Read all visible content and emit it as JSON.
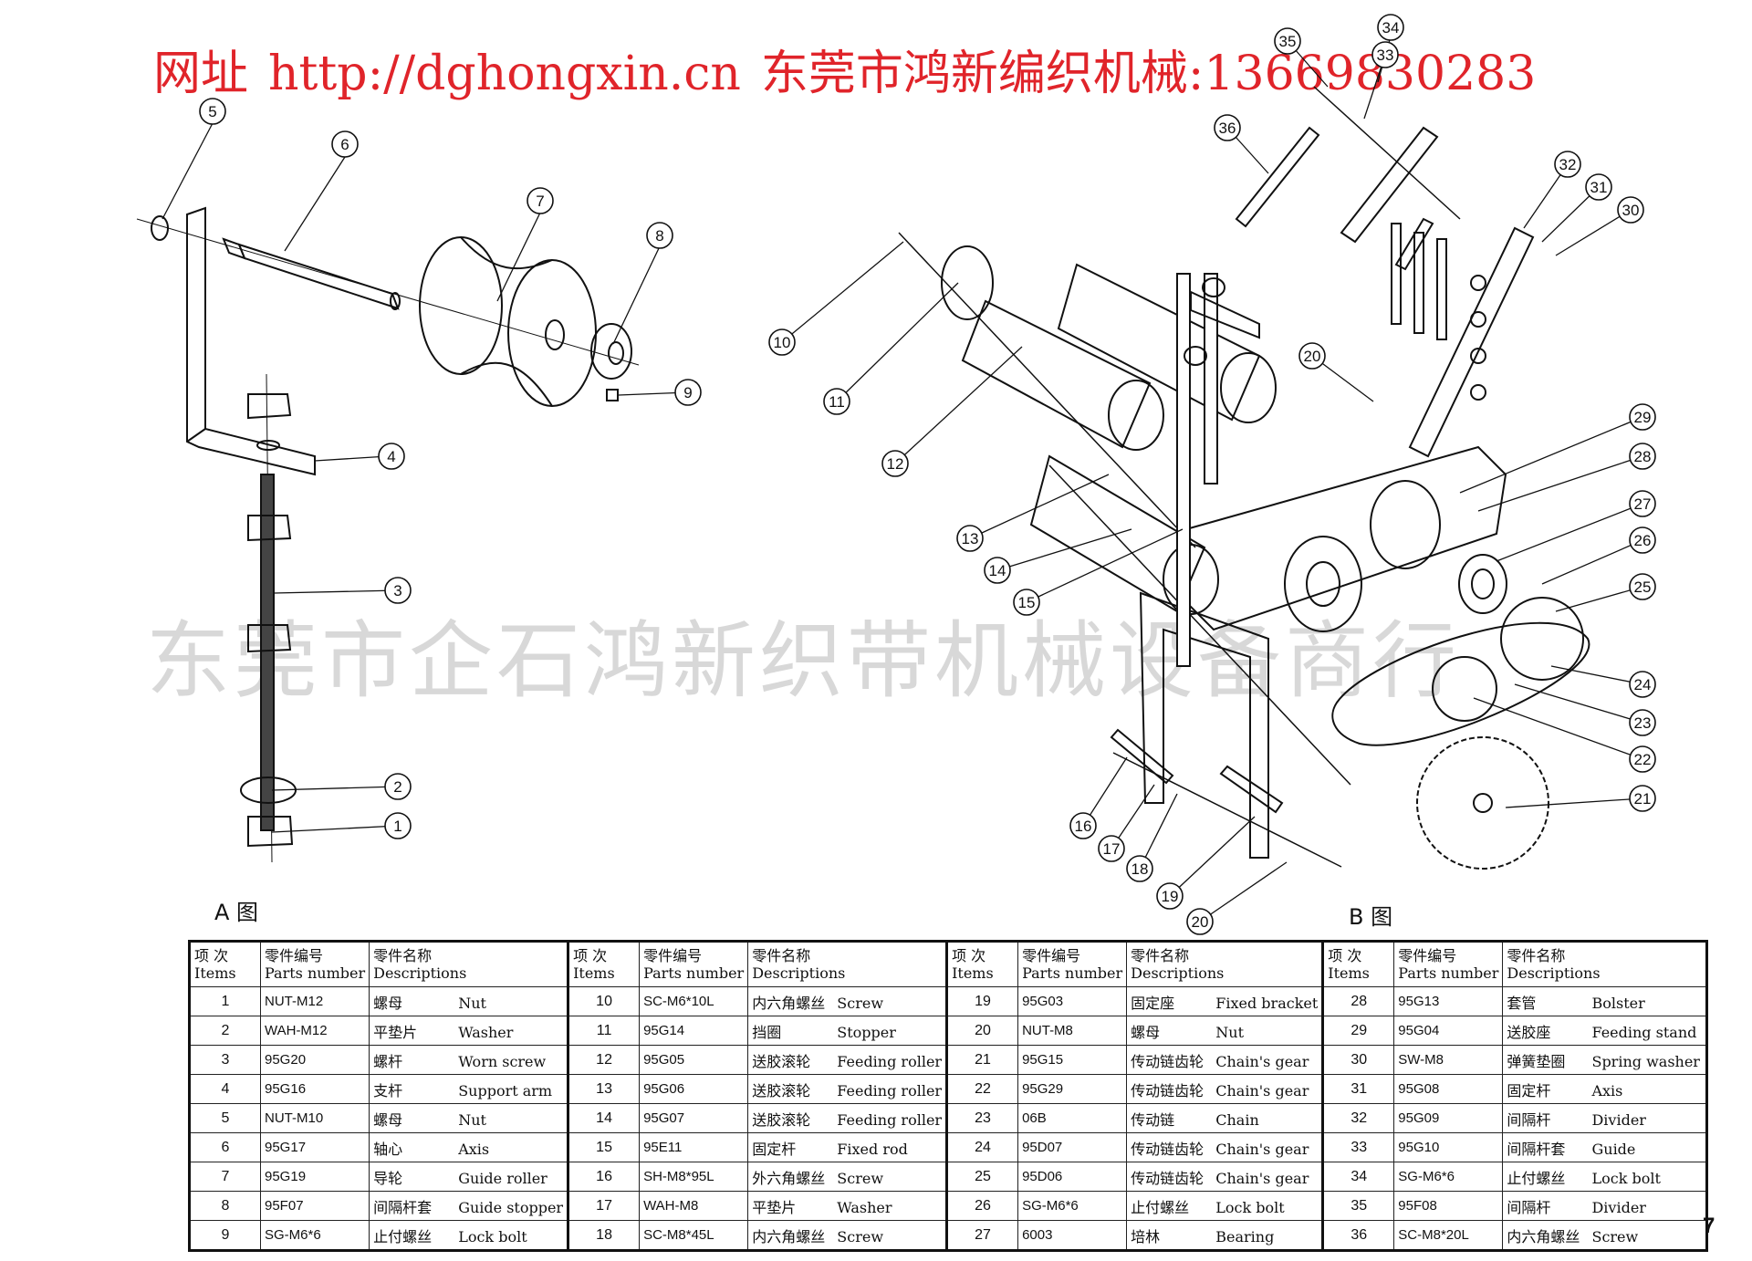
{
  "header": {
    "url_label": "网址",
    "url": "http://dghongxin.cn",
    "company": "东莞市鸿新编织机械:13669830283"
  },
  "watermark": "东莞市企石鸿新织带机械设备商行",
  "figure_labels": {
    "a": "A 图",
    "b": "B 图"
  },
  "callouts": [
    "1",
    "2",
    "3",
    "4",
    "5",
    "6",
    "7",
    "8",
    "9",
    "10",
    "11",
    "12",
    "13",
    "14",
    "15",
    "16",
    "17",
    "18",
    "19",
    "20",
    "20",
    "21",
    "22",
    "23",
    "24",
    "25",
    "26",
    "27",
    "28",
    "29",
    "30",
    "31",
    "32",
    "33",
    "34",
    "35",
    "36"
  ],
  "table": {
    "headers": {
      "item_cn": "项 次",
      "item_en": "Items",
      "pn_cn": "零件编号",
      "pn_en": "Parts number",
      "desc_cn": "零件名称",
      "desc_en": "Descriptions"
    },
    "rows": [
      [
        {
          "item": "1",
          "pn": "NUT-M12",
          "cn": "螺母",
          "en": "Nut"
        },
        {
          "item": "10",
          "pn": "SC-M6*10L",
          "cn": "内六角螺丝",
          "en": "Screw"
        },
        {
          "item": "19",
          "pn": "95G03",
          "cn": "固定座",
          "en": "Fixed bracket"
        },
        {
          "item": "28",
          "pn": "95G13",
          "cn": "套管",
          "en": "Bolster"
        }
      ],
      [
        {
          "item": "2",
          "pn": "WAH-M12",
          "cn": "平垫片",
          "en": "Washer"
        },
        {
          "item": "11",
          "pn": "95G14",
          "cn": "挡圈",
          "en": "Stopper"
        },
        {
          "item": "20",
          "pn": "NUT-M8",
          "cn": "螺母",
          "en": "Nut"
        },
        {
          "item": "29",
          "pn": "95G04",
          "cn": "送胶座",
          "en": "Feeding stand"
        }
      ],
      [
        {
          "item": "3",
          "pn": "95G20",
          "cn": "螺杆",
          "en": "Worn screw"
        },
        {
          "item": "12",
          "pn": "95G05",
          "cn": "送胶滚轮",
          "en": "Feeding roller"
        },
        {
          "item": "21",
          "pn": "95G15",
          "cn": "传动链齿轮",
          "en": "Chain's gear"
        },
        {
          "item": "30",
          "pn": "SW-M8",
          "cn": "弹簧垫圈",
          "en": "Spring washer"
        }
      ],
      [
        {
          "item": "4",
          "pn": "95G16",
          "cn": "支杆",
          "en": "Support arm"
        },
        {
          "item": "13",
          "pn": "95G06",
          "cn": "送胶滚轮",
          "en": "Feeding roller"
        },
        {
          "item": "22",
          "pn": "95G29",
          "cn": "传动链齿轮",
          "en": "Chain's gear"
        },
        {
          "item": "31",
          "pn": "95G08",
          "cn": "固定杆",
          "en": "Axis"
        }
      ],
      [
        {
          "item": "5",
          "pn": "NUT-M10",
          "cn": "螺母",
          "en": "Nut"
        },
        {
          "item": "14",
          "pn": "95G07",
          "cn": "送胶滚轮",
          "en": "Feeding roller"
        },
        {
          "item": "23",
          "pn": "06B",
          "cn": "传动链",
          "en": "Chain"
        },
        {
          "item": "32",
          "pn": "95G09",
          "cn": "间隔杆",
          "en": "Divider"
        }
      ],
      [
        {
          "item": "6",
          "pn": "95G17",
          "cn": "轴心",
          "en": "Axis"
        },
        {
          "item": "15",
          "pn": "95E11",
          "cn": "固定杆",
          "en": "Fixed rod"
        },
        {
          "item": "24",
          "pn": "95D07",
          "cn": "传动链齿轮",
          "en": "Chain's gear"
        },
        {
          "item": "33",
          "pn": "95G10",
          "cn": "间隔杆套",
          "en": "Guide"
        }
      ],
      [
        {
          "item": "7",
          "pn": "95G19",
          "cn": "导轮",
          "en": "Guide roller"
        },
        {
          "item": "16",
          "pn": "SH-M8*95L",
          "cn": "外六角螺丝",
          "en": "Screw"
        },
        {
          "item": "25",
          "pn": "95D06",
          "cn": "传动链齿轮",
          "en": "Chain's gear"
        },
        {
          "item": "34",
          "pn": "SG-M6*6",
          "cn": "止付螺丝",
          "en": "Lock bolt"
        }
      ],
      [
        {
          "item": "8",
          "pn": "95F07",
          "cn": "间隔杆套",
          "en": "Guide stopper"
        },
        {
          "item": "17",
          "pn": "WAH-M8",
          "cn": "平垫片",
          "en": "Washer"
        },
        {
          "item": "26",
          "pn": "SG-M6*6",
          "cn": "止付螺丝",
          "en": "Lock bolt"
        },
        {
          "item": "35",
          "pn": "95F08",
          "cn": "间隔杆",
          "en": "Divider"
        }
      ],
      [
        {
          "item": "9",
          "pn": "SG-M6*6",
          "cn": "止付螺丝",
          "en": "Lock bolt"
        },
        {
          "item": "18",
          "pn": "SC-M8*45L",
          "cn": "内六角螺丝",
          "en": "Screw"
        },
        {
          "item": "27",
          "pn": "6003",
          "cn": "培林",
          "en": "Bearing"
        },
        {
          "item": "36",
          "pn": "SC-M8*20L",
          "cn": "内六角螺丝",
          "en": "Screw"
        }
      ]
    ]
  },
  "page_number": "7"
}
